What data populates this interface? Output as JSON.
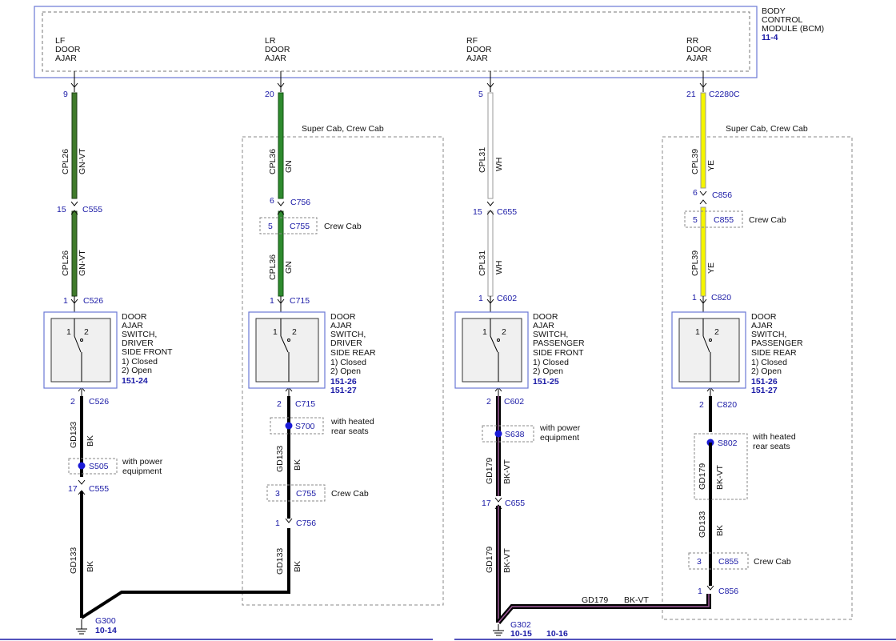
{
  "bcm": {
    "line1": "BODY",
    "line2": "CONTROL",
    "line3": "MODULE (BCM)",
    "ref": "11-4"
  },
  "inputs": [
    {
      "l1": "LF",
      "l2": "DOOR",
      "l3": "AJAR"
    },
    {
      "l1": "LR",
      "l2": "DOOR",
      "l3": "AJAR"
    },
    {
      "l1": "RF",
      "l2": "DOOR",
      "l3": "AJAR"
    },
    {
      "l1": "RR",
      "l2": "DOOR",
      "l3": "AJAR"
    }
  ],
  "option_boxes": {
    "lr": "Super Cab, Crew Cab",
    "rr": "Super Cab, Crew Cab"
  },
  "colors": {
    "frame": "#6a79d6",
    "label_blue": "#1a1aa6",
    "gn_vt": "#3f7a2a",
    "gn": "#2e8b2e",
    "wh": "#ffffff",
    "ye": "#f5f500",
    "bk": "#000000",
    "vt": "#a05a9a"
  },
  "lf": {
    "pin_top": "9",
    "wire1_circuit": "CPL26",
    "wire1_color": "GN-VT",
    "c555_pin": "15",
    "c555": "C555",
    "wire2_circuit": "CPL26",
    "wire2_color": "GN-VT",
    "c526_pin1": "1",
    "c526": "C526",
    "sw_pin1": "1",
    "sw_pin2": "2",
    "sw_l1": "DOOR",
    "sw_l2": "AJAR",
    "sw_l3": "SWITCH,",
    "sw_l4": "DRIVER",
    "sw_l5": "SIDE FRONT",
    "sw_l6": "1) Closed",
    "sw_l7": "2) Open",
    "sw_ref": "151-24",
    "c526_pin2": "2",
    "c526b": "C526",
    "wire3_circuit": "GD133",
    "wire3_color": "BK",
    "splice": "S505",
    "splice_note1": "with power",
    "splice_note2": "equipment",
    "c555b_pin": "17",
    "c555b": "C555",
    "wire4_circuit": "GD133",
    "wire4_color": "BK",
    "ground": "G300",
    "ground_ref": "10-14"
  },
  "lr": {
    "pin_top": "20",
    "wire1_circuit": "CPL36",
    "wire1_color": "GN",
    "c756_pin": "6",
    "c756": "C756",
    "c755_pin": "5",
    "c755": "C755",
    "c755_note": "Crew Cab",
    "wire2_circuit": "CPL36",
    "wire2_color": "GN",
    "c715_pin1": "1",
    "c715": "C715",
    "sw_pin1": "1",
    "sw_pin2": "2",
    "sw_l1": "DOOR",
    "sw_l2": "AJAR",
    "sw_l3": "SWITCH,",
    "sw_l4": "DRIVER",
    "sw_l5": "SIDE REAR",
    "sw_l6": "1) Closed",
    "sw_l7": "2) Open",
    "sw_ref1": "151-26",
    "sw_ref2": "151-27",
    "c715_pin2": "2",
    "c715b": "C715",
    "splice": "S700",
    "splice_note1": "with heated",
    "splice_note2": "rear seats",
    "wire3_circuit": "GD133",
    "wire3_color": "BK",
    "c755b_pin": "3",
    "c755b": "C755",
    "c755b_note": "Crew Cab",
    "c756b_pin": "1",
    "c756b": "C756",
    "wire4_circuit": "GD133",
    "wire4_color": "BK"
  },
  "rf": {
    "pin_top": "5",
    "wire1_circuit": "CPL31",
    "wire1_color": "WH",
    "c655_pin": "15",
    "c655": "C655",
    "wire2_circuit": "CPL31",
    "wire2_color": "WH",
    "c602_pin1": "1",
    "c602": "C602",
    "sw_pin1": "1",
    "sw_pin2": "2",
    "sw_l1": "DOOR",
    "sw_l2": "AJAR",
    "sw_l3": "SWITCH,",
    "sw_l4": "PASSENGER",
    "sw_l5": "SIDE FRONT",
    "sw_l6": "1) Closed",
    "sw_l7": "2) Open",
    "sw_ref": "151-25",
    "c602_pin2": "2",
    "c602b": "C602",
    "splice": "S638",
    "splice_note1": "with power",
    "splice_note2": "equipment",
    "wire3_circuit": "GD179",
    "wire3_color": "BK-VT",
    "c655b_pin": "17",
    "c655b": "C655",
    "wire4_circuit": "GD179",
    "wire4_color": "BK-VT",
    "ground": "G302",
    "ground_ref1": "10-15",
    "ground_ref2": "10-16"
  },
  "rr": {
    "pin_top": "21",
    "c_top": "C2280C",
    "wire1_circuit": "CPL39",
    "wire1_color": "YE",
    "c856_pin": "6",
    "c856": "C856",
    "c855_pin": "5",
    "c855": "C855",
    "c855_note": "Crew Cab",
    "wire2_circuit": "CPL39",
    "wire2_color": "YE",
    "c820_pin1": "1",
    "c820": "C820",
    "sw_pin1": "1",
    "sw_pin2": "2",
    "sw_l1": "DOOR",
    "sw_l2": "AJAR",
    "sw_l3": "SWITCH,",
    "sw_l4": "PASSENGER",
    "sw_l5": "SIDE REAR",
    "sw_l6": "1) Closed",
    "sw_l7": "2) Open",
    "sw_ref1": "151-26",
    "sw_ref2": "151-27",
    "c820_pin2": "2",
    "c820b": "C820",
    "splice": "S802",
    "splice_note1": "with heated",
    "splice_note2": "rear seats",
    "wire3_circuit": "GD179",
    "wire3_color": "BK-VT",
    "wire4_circuit": "GD133",
    "wire4_color": "BK",
    "c855b_pin": "3",
    "c855b": "C855",
    "c855b_note": "Crew Cab",
    "c856b_pin": "1",
    "c856b": "C856",
    "bottom_circuit": "GD179",
    "bottom_color": "BK-VT"
  }
}
